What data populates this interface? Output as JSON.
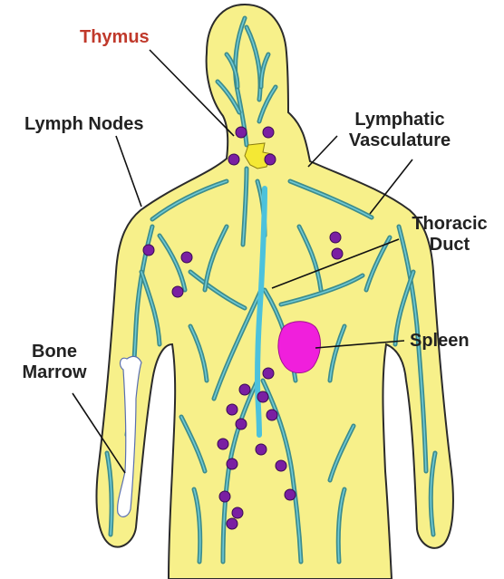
{
  "labels": {
    "thymus": "Thymus",
    "lymph_nodes": "Lymph Nodes",
    "lymphatic_vasculature": [
      "Lymphatic",
      "Vasculature"
    ],
    "thoracic_duct": [
      "Thoracic",
      "Duct"
    ],
    "spleen": "Spleen",
    "bone_marrow": [
      "Bone",
      "Marrow"
    ]
  },
  "colors": {
    "body_fill": "#f7f08a",
    "body_outline": "#2b2b2b",
    "vessel": "#3d8c8c",
    "vessel_highlight": "#6ec9d6",
    "thoracic_duct": "#4cc2dc",
    "lymph_node": "#7a1fa2",
    "thymus": "#f4e834",
    "spleen": "#f01fdc",
    "bone": "#ffffff",
    "thymus_label": "#c0392b",
    "label_text": "#222222",
    "pointer": "#111111"
  }
}
